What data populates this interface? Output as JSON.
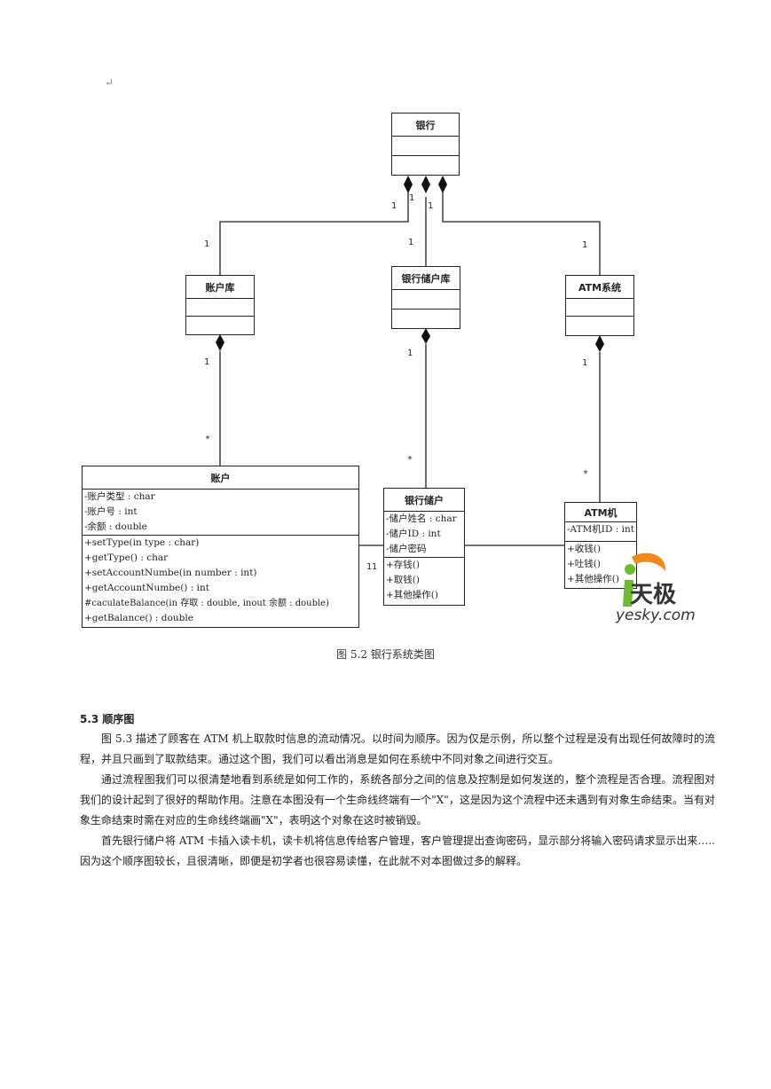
{
  "paragraph_mark": "↵",
  "diagram": {
    "bank": {
      "title": "银行"
    },
    "account_lib": {
      "title": "账户库"
    },
    "bank_user_lib": {
      "title": "银行储户库"
    },
    "atm_system": {
      "title": "ATM系统"
    },
    "account": {
      "title": "账户",
      "attributes": [
        "-账户类型 : char",
        "-账户号 : int",
        "-余额 : double"
      ],
      "operations": [
        "+setType(in type : char)",
        "+getType() : char",
        "+setAccountNumbe(in number : int)",
        "+getAccountNumbe() : int",
        "#caculateBalance(in 存取 : double, inout 余额 : double)",
        "+getBalance() : double"
      ]
    },
    "bank_user": {
      "title": "银行储户",
      "attributes": [
        "-储户姓名 : char",
        "-储户ID : int",
        "-储户密码"
      ],
      "operations": [
        "+存钱()",
        "+取钱()",
        "+其他操作()"
      ]
    },
    "atm": {
      "title": "ATM机",
      "attributes": [
        "-ATM机ID : int"
      ],
      "operations": [
        "+收钱()",
        "+吐钱()",
        "+其他操作()"
      ]
    },
    "multiplicities": {
      "bank_left": "1",
      "bank_mid": "1",
      "bank_right": "1",
      "account_lib_top": "1",
      "bank_user_lib_top": "1",
      "atm_system_top": "1",
      "account_lib_bottom": "1",
      "bank_user_lib_bottom": "1",
      "atm_system_bottom": "1",
      "account_top": "*",
      "bank_user_top": "*",
      "atm_top": "*",
      "account_bank_user": "11"
    }
  },
  "logo": {
    "brand": "天极",
    "site": "yesky.com",
    "orange": "#f08a1c",
    "green": "#6dbb2e"
  },
  "caption": "图 5.2 银行系统类图",
  "section_title": "5.3 顺序图",
  "paragraphs": [
    "图 5.3 描述了顾客在 ATM 机上取款时信息的流动情况。以时间为顺序。因为仅是示例，所以整个过程是没有出现任何故障时的流程，并且只画到了取款结束。通过这个图，我们可以看出消息是如何在系统中不同对象之间进行交互。",
    "通过流程图我们可以很清楚地看到系统是如何工作的，系统各部分之间的信息及控制是如何发送的，整个流程是否合理。流程图对我们的设计起到了很好的帮助作用。注意在本图没有一个生命线终端有一个\"X\"，这是因为这个流程中还未遇到有对象生命结束。当有对象生命结束时需在对应的生命线终端画\"X\"，表明这个对象在这时被销毁。",
    "首先银行储户将 ATM 卡插入读卡机，读卡机将信息传给客户管理，客户管理提出查询密码，显示部分将输入密码请求显示出来…..因为这个顺序图较长，且很清晰，即便是初学者也很容易读懂，在此就不对本图做过多的解释。"
  ]
}
